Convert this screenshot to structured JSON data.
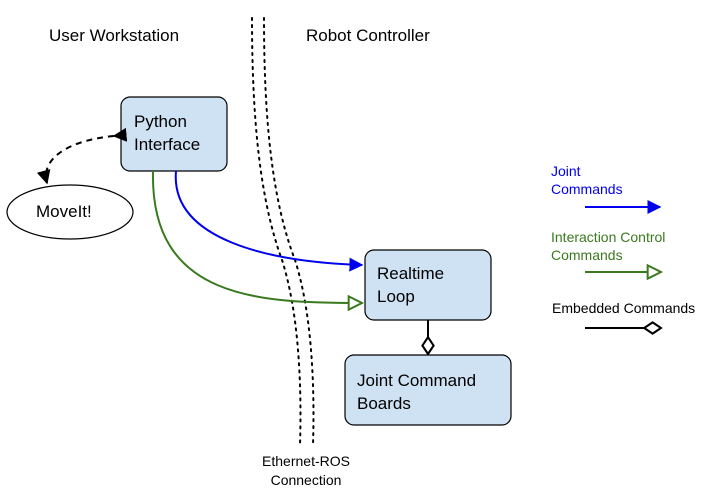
{
  "sections": {
    "left_title": "User Workstation",
    "right_title": "Robot Controller"
  },
  "nodes": {
    "python_interface": {
      "line1": "Python",
      "line2": "Interface"
    },
    "moveit": {
      "label": "MoveIt!"
    },
    "realtime_loop": {
      "line1": "Realtime",
      "line2": "Loop"
    },
    "joint_command_boards": {
      "line1": "Joint Command",
      "line2": "Boards"
    }
  },
  "boundary": {
    "caption_line1": "Ethernet-ROS",
    "caption_line2": "Connection"
  },
  "legend": {
    "joint_commands": {
      "line1": "Joint",
      "line2": "Commands",
      "color": "#0000ee"
    },
    "interaction_control": {
      "line1": "Interaction Control",
      "line2": "Commands",
      "color": "#3a7a1e"
    },
    "embedded_commands": {
      "label": "Embedded Commands",
      "color": "#000000"
    }
  },
  "colors": {
    "box_fill": "#cfe2f3",
    "box_stroke": "#000000",
    "joint_commands": "#0000ee",
    "interaction_control": "#3a7a1e",
    "embedded": "#000000"
  }
}
